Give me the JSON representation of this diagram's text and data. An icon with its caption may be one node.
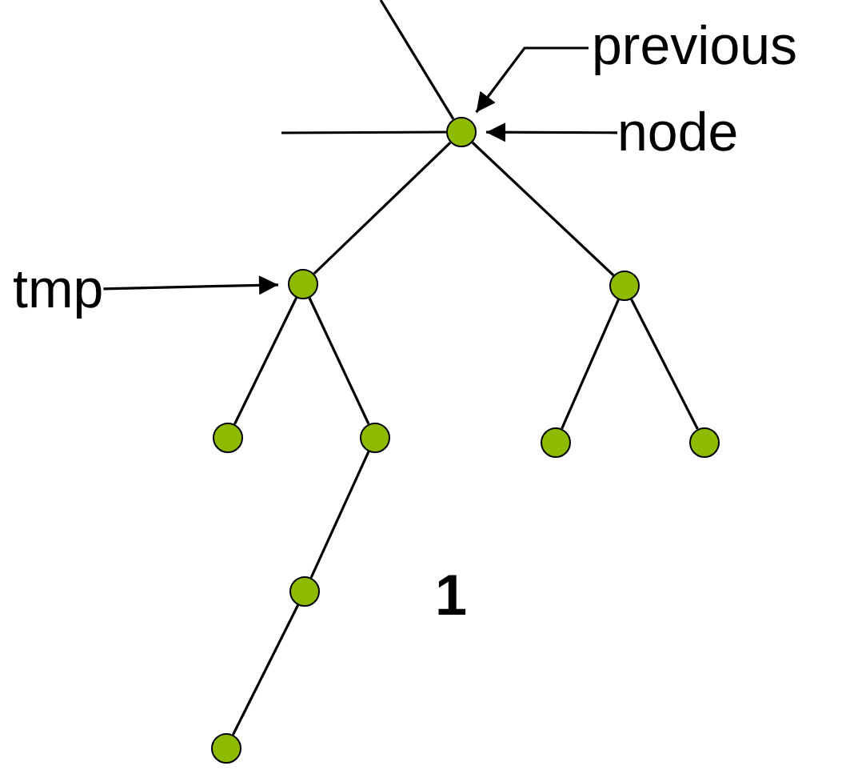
{
  "diagram": {
    "nodes": [
      {
        "text": [],
        "shape": "circle"
      },
      {
        "text": [],
        "shape": "circle"
      },
      {
        "text": [],
        "shape": "circle"
      },
      {
        "text": [],
        "shape": "circle"
      },
      {
        "text": [],
        "shape": "circle"
      },
      {
        "text": [],
        "shape": "circle"
      },
      {
        "text": [],
        "shape": "circle"
      },
      {
        "text": [],
        "shape": "circle"
      },
      {
        "text": [],
        "shape": "circle"
      },
      {
        "text": [
          "previous"
        ]
      },
      {
        "text": [
          "node"
        ]
      },
      {
        "text": [
          "tmp"
        ]
      }
    ],
    "edges": [
      {
        "from": null,
        "to": 0,
        "arrow": "none"
      },
      {
        "from": null,
        "to": 0,
        "arrow": "none"
      },
      {
        "from": 0,
        "to": 1,
        "arrow": "none"
      },
      {
        "from": 0,
        "to": 2,
        "arrow": "none"
      },
      {
        "from": 1,
        "to": 3,
        "arrow": "none"
      },
      {
        "from": 1,
        "to": 4,
        "arrow": "none"
      },
      {
        "from": 2,
        "to": 5,
        "arrow": "none"
      },
      {
        "from": 2,
        "to": 6,
        "arrow": "none"
      },
      {
        "from": 4,
        "to": 7,
        "arrow": "none"
      },
      {
        "from": 7,
        "to": 8,
        "arrow": "none"
      },
      {
        "from": 9,
        "to": 0,
        "arrow": "to"
      },
      {
        "from": 10,
        "to": 0,
        "arrow": "to"
      },
      {
        "from": 11,
        "to": 1,
        "arrow": "to"
      }
    ],
    "labels": [
      "1"
    ]
  }
}
